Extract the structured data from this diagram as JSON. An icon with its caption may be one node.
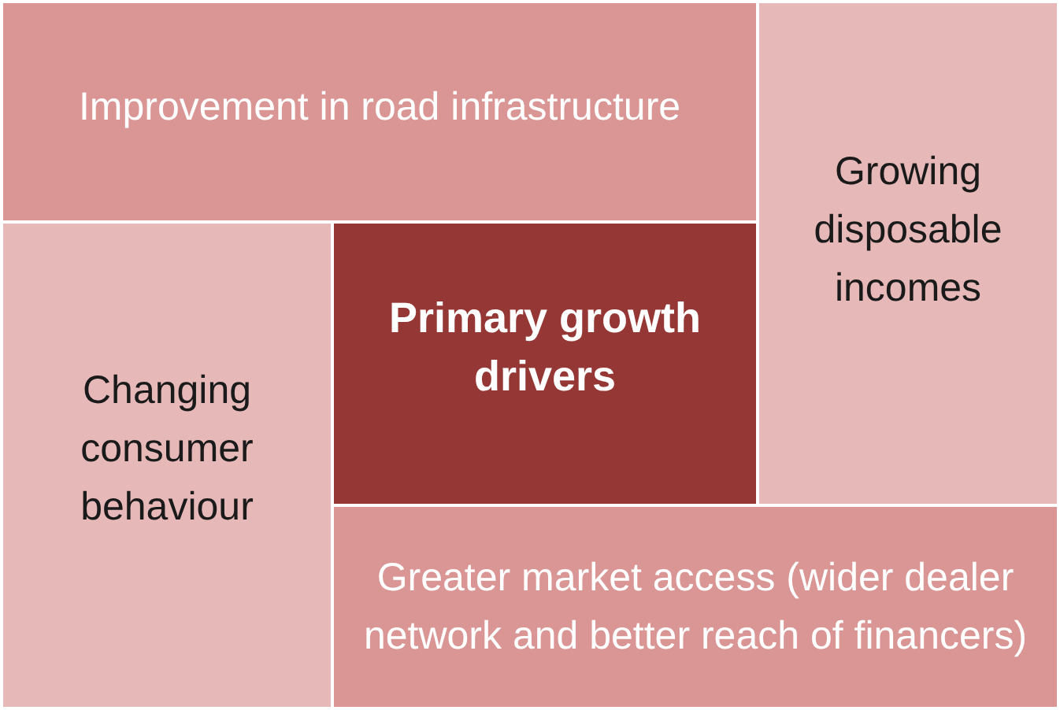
{
  "diagram": {
    "nodes": [
      {
        "text": [
          "Improvement in road infrastructure"
        ]
      },
      {
        "text": [
          "Growing disposable incomes"
        ]
      },
      {
        "text": [
          "Primary growth drivers"
        ]
      },
      {
        "text": [
          "Changing consumer behaviour"
        ]
      },
      {
        "text": [
          "Greater market access (wider dealer network and better reach of financers)"
        ]
      }
    ]
  }
}
